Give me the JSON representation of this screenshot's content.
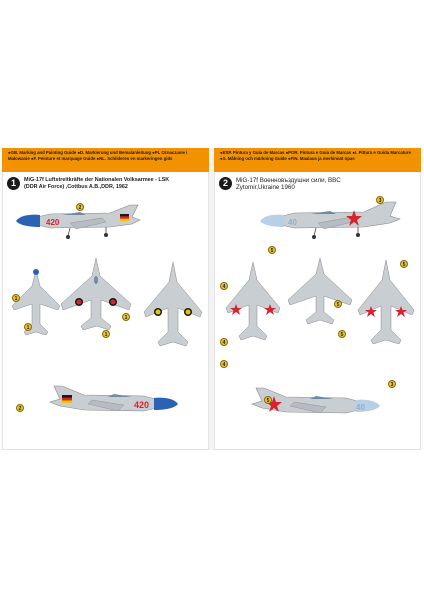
{
  "left_page": {
    "banner": "●GB. Marking and Painting Guide ●D. Markierung und Bemalanleitung ●PL Oznaczanie i Malowanie ●F. Peinture et marquage Guide ●NL. Schilderen en markeringen gids",
    "number": "1",
    "title_lines": [
      "MiG-17f Luftstreitkräfte der Nationalen Volksarmee - LSK",
      "(DDR Air Force) ,Cottbus A.B.,DDR, 1962"
    ],
    "side_number": "420",
    "callouts": [
      "2",
      "1",
      "1",
      "1",
      "1",
      "2"
    ]
  },
  "right_page": {
    "banner": "●ESP. Pintura y Guía de Marcas ●POR. Pintura e Guia de Marcas ●I. Pittura e Guida Marcature ●S. Målning och märkning Guide ●FIN. Maalaus ja merkinnät opas",
    "number": "2",
    "title_lines": [
      "MiG-17f Военновъздушни сили, BBC",
      "Zytomir,Ukraine 1960"
    ],
    "side_number": "40",
    "callouts": [
      "3",
      "4",
      "5",
      "4",
      "4",
      "3",
      "5",
      "5",
      "5",
      "5"
    ]
  },
  "colors": {
    "banner": "#f39200",
    "silver": "#c9ced3",
    "red": "#d7232c",
    "blue": "#2a63b5",
    "ddr_black": "#1a1a1a",
    "ddr_gold": "#f1c400"
  }
}
